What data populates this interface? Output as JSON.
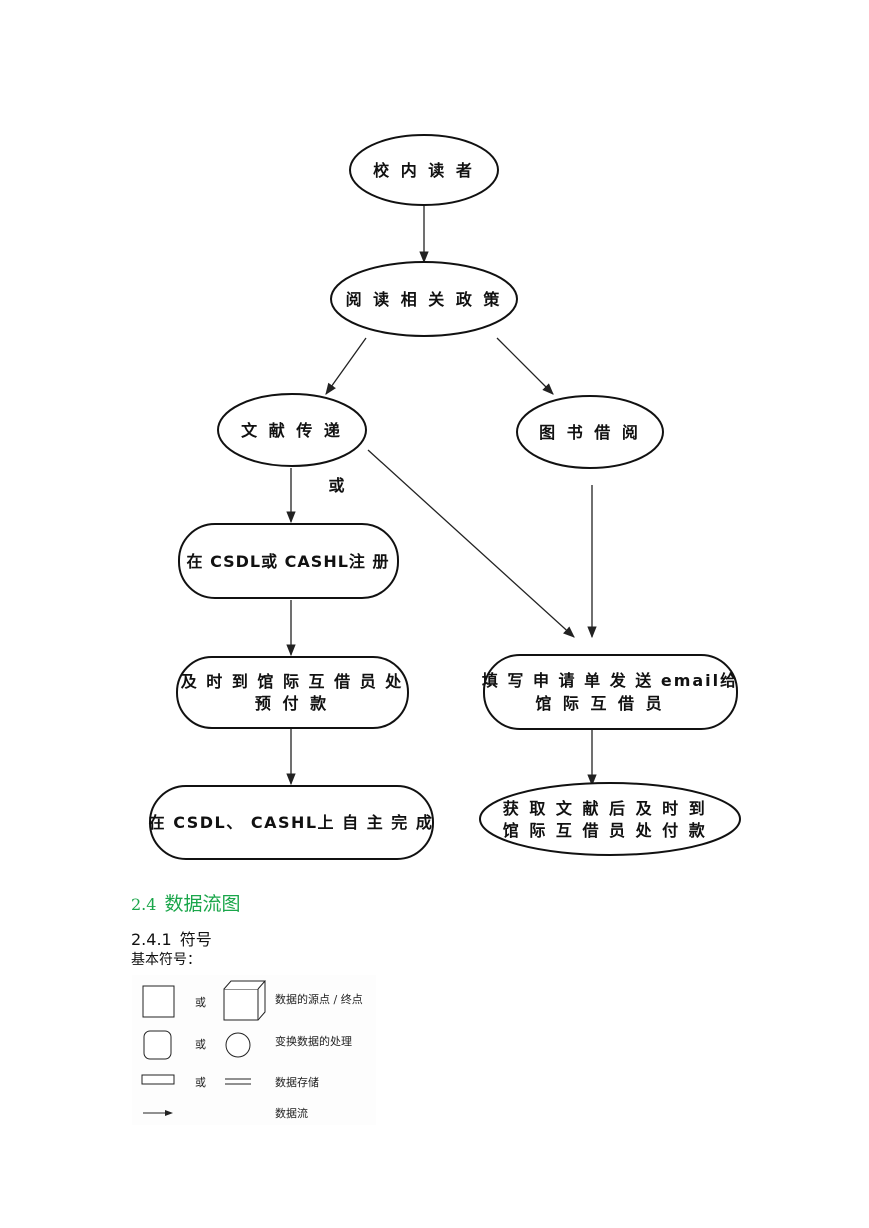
{
  "flowchart": {
    "nodes": {
      "campus_reader": "校 内 读 者",
      "read_policy": "阅 读 相 关 政 策",
      "doc_delivery": "文 献 传 递",
      "book_borrow": "图 书 借 阅",
      "register": "在 CSDL或 CASHL注 册",
      "prepay_line1": "及 时 到 馆 际 互 借 员 处",
      "prepay_line2": "预 付 款",
      "fill_form_line1": "填 写 申 请 单 发 送 email给",
      "fill_form_line2": "馆 际 互 借 员",
      "self_complete": "在 CSDL、 CASHL上 自 主 完 成",
      "pay_after_line1": "获 取 文 献 后 及 时 到",
      "pay_after_line2": "馆 际 互 借 员 处 付 款"
    },
    "or_label": "或"
  },
  "section": {
    "number": "2.4",
    "title": "数据流图"
  },
  "subsection": {
    "number": "2.4.1",
    "title": "符号"
  },
  "basic_symbols_label": "基本符号：",
  "legend": {
    "or_text": "或",
    "row1_label": "数据的源点 / 终点",
    "row2_label": "变换数据的处理",
    "row3_label": "数据存储",
    "row4_label": "数据流"
  }
}
